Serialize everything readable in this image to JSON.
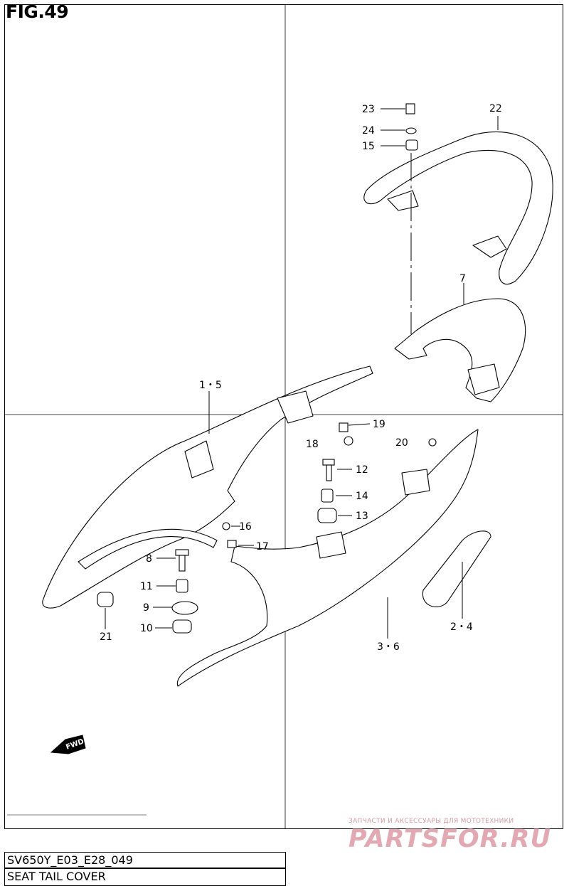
{
  "figure": {
    "title": "FIG.49"
  },
  "callouts": {
    "c1_5": "1・5",
    "c2_4": "2・4",
    "c3_6": "3・6",
    "c7": "7",
    "c8": "8",
    "c9": "9",
    "c10": "10",
    "c11": "11",
    "c12": "12",
    "c13": "13",
    "c14": "14",
    "c15": "15",
    "c16": "16",
    "c17": "17",
    "c18": "18",
    "c19": "19",
    "c20": "20",
    "c21": "21",
    "c22": "22",
    "c23": "23",
    "c24": "24"
  },
  "direction_marker": "FWD",
  "watermark": {
    "tagline": "ЗАПЧАСТИ И АКСЕССУАРЫ ДЛЯ МОТОТЕХНИКИ",
    "brand": "PARTSFOR.RU"
  },
  "title_block": {
    "model_code": "SV650Y_E03_E28_049",
    "part_name": "SEAT TAIL COVER"
  }
}
